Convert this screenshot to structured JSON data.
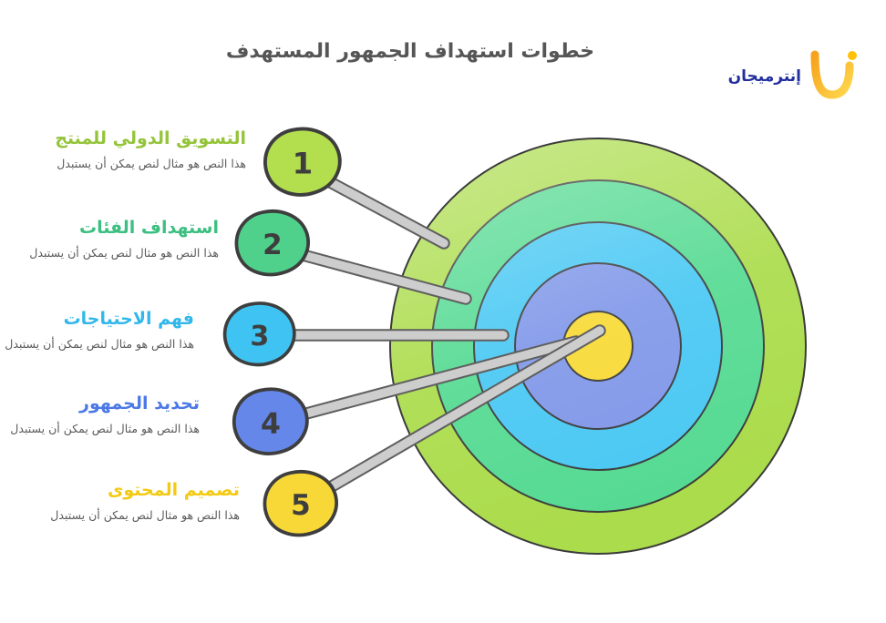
{
  "header": {
    "title": "خطوات استهداف الجمهور المستهدف"
  },
  "logo": {
    "text": "إنترميجان",
    "accent": "#f7b118",
    "text_color": "#222f9e"
  },
  "items": [
    {
      "num": "1",
      "title": "التسويق الدولي للمنتج",
      "subtitle": "هذا النص هو مثال لنص يمكن أن يستبدل",
      "color": "#94c43a",
      "pin_color": "#b3de4d"
    },
    {
      "num": "2",
      "title": "استهداف الفئات",
      "subtitle": "هذا النص هو مثال لنص يمكن أن يستبدل",
      "color": "#3cbf80",
      "pin_color": "#4fd18c"
    },
    {
      "num": "3",
      "title": "فهم الاحتياجات",
      "subtitle": "هذا النص هو مثال لنص يمكن أن يستبدل",
      "color": "#31b7ea",
      "pin_color": "#3fc3f2"
    },
    {
      "num": "4",
      "title": "تحديد الجمهور",
      "subtitle": "هذا النص هو مثال لنص يمكن أن يستبدل",
      "color": "#4c79e6",
      "pin_color": "#6587ea"
    },
    {
      "num": "5",
      "title": "تصميم المحتوى",
      "subtitle": "هذا النص هو مثال لنص يمكن أن يستبدل",
      "color": "#f3ca13",
      "pin_color": "#f8d836"
    }
  ],
  "target": {
    "rings": [
      {
        "name": "outer",
        "color": "#abdc4b"
      },
      {
        "name": "second",
        "color": "#55da92"
      },
      {
        "name": "third",
        "color": "#49c8f3"
      },
      {
        "name": "fourth",
        "color": "#8198e9"
      },
      {
        "name": "bullseye",
        "color": "#f8da36"
      }
    ]
  }
}
